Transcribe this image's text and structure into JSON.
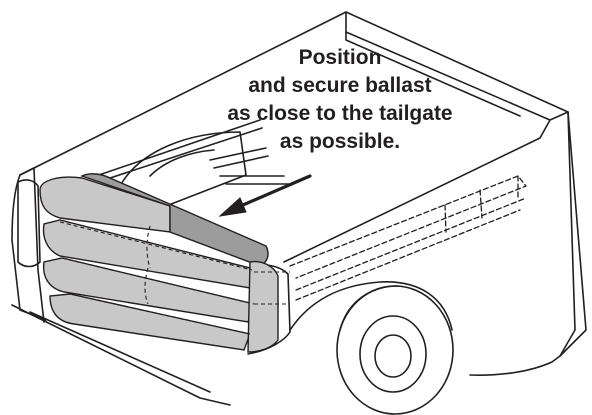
{
  "instruction": {
    "lines": [
      "Position",
      "and secure ballast",
      "as close to the tailgate",
      "as possible."
    ]
  },
  "colors": {
    "line": "#231f20",
    "ballast_fill": "#c8c8c8",
    "ballast_dark": "#9c9c9c",
    "background": "#ffffff"
  },
  "icons": {
    "pointer": "arrow-left-down"
  }
}
